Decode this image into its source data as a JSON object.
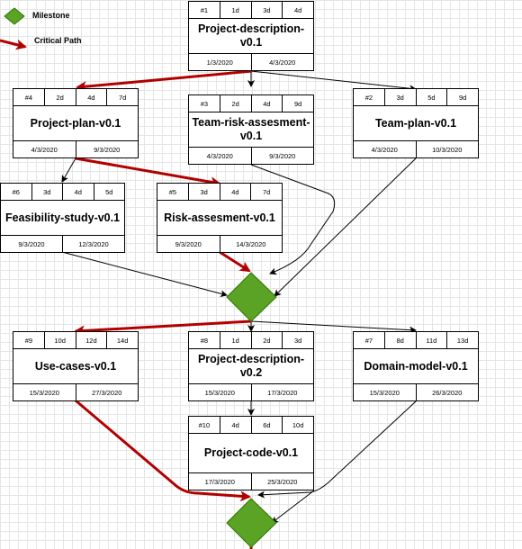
{
  "legend": {
    "milestone_label": "Milestone",
    "critical_path_label": "Critical Path"
  },
  "colors": {
    "milestone_fill": "#5ba325",
    "milestone_stroke": "#2d7600",
    "critical_path": "#b20000",
    "normal_edge": "#000000"
  },
  "tasks": [
    {
      "key": "t1",
      "id": "#1",
      "duration": "1d",
      "early_start": "3d",
      "early_finish": "4d",
      "name": "Project-description-v0.1",
      "start": "1/3/2020",
      "end": "4/3/2020"
    },
    {
      "key": "t4",
      "id": "#4",
      "duration": "2d",
      "early_start": "4d",
      "early_finish": "7d",
      "name": "Project-plan-v0.1",
      "start": "4/3/2020",
      "end": "9/3/2020"
    },
    {
      "key": "t3",
      "id": "#3",
      "duration": "2d",
      "early_start": "4d",
      "early_finish": "9d",
      "name": "Team-risk-assesment-v0.1",
      "start": "4/3/2020",
      "end": "9/3/2020"
    },
    {
      "key": "t2",
      "id": "#2",
      "duration": "3d",
      "early_start": "5d",
      "early_finish": "9d",
      "name": "Team-plan-v0.1",
      "start": "4/3/2020",
      "end": "10/3/2020"
    },
    {
      "key": "t6",
      "id": "#6",
      "duration": "3d",
      "early_start": "4d",
      "early_finish": "5d",
      "name": "Feasibility-study-v0.1",
      "start": "9/3/2020",
      "end": "12/3/2020"
    },
    {
      "key": "t5",
      "id": "#5",
      "duration": "3d",
      "early_start": "4d",
      "early_finish": "7d",
      "name": "Risk-assesment-v0.1",
      "start": "9/3/2020",
      "end": "14/3/2020"
    },
    {
      "key": "t9",
      "id": "#9",
      "duration": "10d",
      "early_start": "12d",
      "early_finish": "14d",
      "name": "Use-cases-v0.1",
      "start": "15/3/2020",
      "end": "27/3/2020"
    },
    {
      "key": "t8",
      "id": "#8",
      "duration": "1d",
      "early_start": "2d",
      "early_finish": "3d",
      "name": "Project-description-v0.2",
      "start": "15/3/2020",
      "end": "17/3/2020"
    },
    {
      "key": "t7",
      "id": "#7",
      "duration": "8d",
      "early_start": "11d",
      "early_finish": "13d",
      "name": "Domain-model-v0.1",
      "start": "15/3/2020",
      "end": "26/3/2020"
    },
    {
      "key": "t10",
      "id": "#10",
      "duration": "4d",
      "early_start": "6d",
      "early_finish": "10d",
      "name": "Project-code-v0.1",
      "start": "17/3/2020",
      "end": "25/3/2020"
    }
  ],
  "edges": [
    {
      "from": "t1",
      "to": "t4",
      "critical": true
    },
    {
      "from": "t1",
      "to": "t3",
      "critical": false
    },
    {
      "from": "t1",
      "to": "t2",
      "critical": false
    },
    {
      "from": "t4",
      "to": "t6",
      "critical": false
    },
    {
      "from": "t4",
      "to": "t5",
      "critical": true
    },
    {
      "from": "t5",
      "to": "m1",
      "critical": true
    },
    {
      "from": "t6",
      "to": "m1",
      "critical": false
    },
    {
      "from": "t3",
      "to": "m1",
      "critical": false
    },
    {
      "from": "t2",
      "to": "m1",
      "critical": false
    },
    {
      "from": "m1",
      "to": "t9",
      "critical": true
    },
    {
      "from": "m1",
      "to": "t8",
      "critical": false
    },
    {
      "from": "m1",
      "to": "t7",
      "critical": false
    },
    {
      "from": "t8",
      "to": "t10",
      "critical": false
    },
    {
      "from": "t9",
      "to": "m2",
      "critical": true
    },
    {
      "from": "t10",
      "to": "m2",
      "critical": false
    },
    {
      "from": "t7",
      "to": "m2",
      "critical": false
    },
    {
      "from": "m2",
      "to": "end",
      "critical": true
    }
  ]
}
